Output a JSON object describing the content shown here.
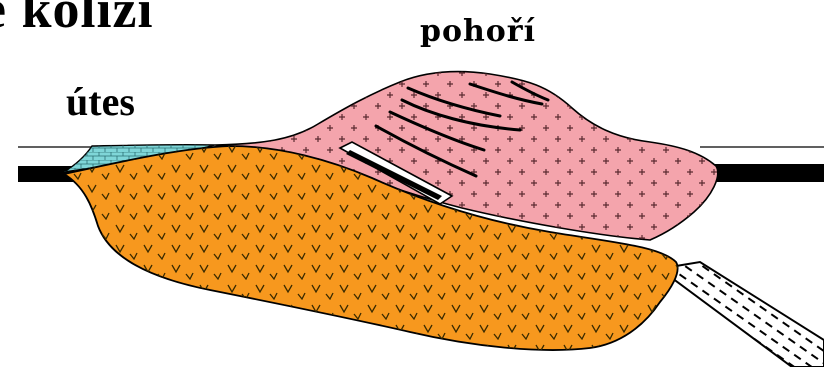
{
  "title": "e kolizi",
  "labels": {
    "mountains": "pohoří",
    "reef": "útes"
  },
  "colors": {
    "continental_crust": "#f7981e",
    "mountain_range": "#f4a4ac",
    "reef": "#7fd6d8",
    "ocean_floor": "#000000",
    "background": "#ffffff"
  }
}
